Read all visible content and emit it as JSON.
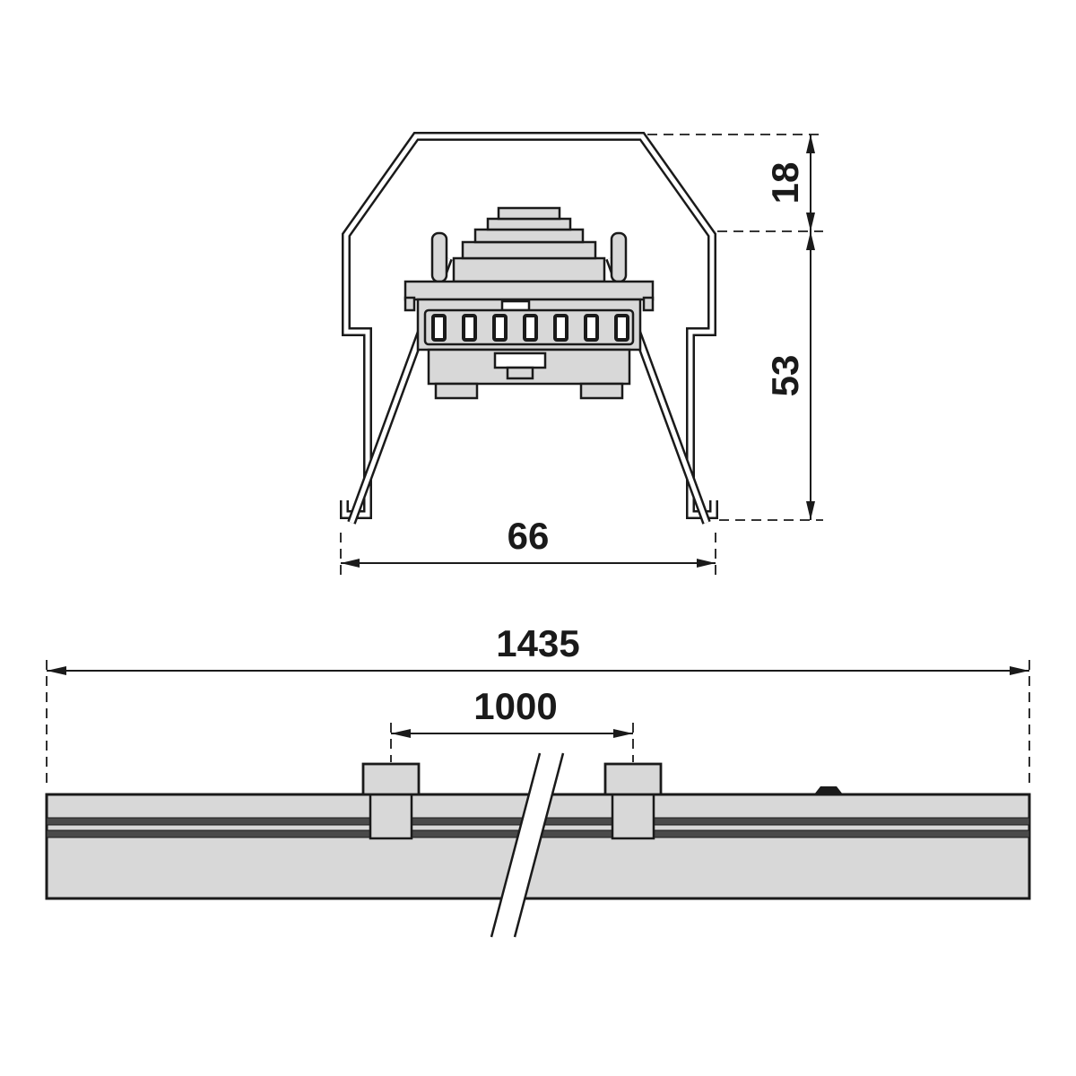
{
  "drawing": {
    "type": "technical-dimension-drawing",
    "colors": {
      "line": "#1a1a1a",
      "fill_light": "#d8d8d8",
      "fill_mid": "#c0c0c0",
      "fill_dark": "#4a4a4a",
      "background": "#ffffff"
    },
    "cross_section": {
      "height_top": "18",
      "height_body": "53",
      "width": "66"
    },
    "side_view": {
      "overall_length": "1435",
      "bracket_spacing": "1000"
    }
  }
}
